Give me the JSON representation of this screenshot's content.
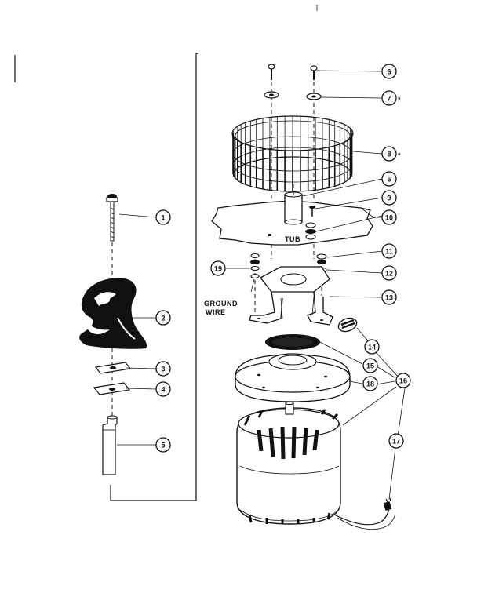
{
  "callouts": {
    "c1": "1",
    "c2": "2",
    "c3": "3",
    "c4": "4",
    "c5": "5",
    "c6a": "6",
    "c7": "7",
    "c8": "8",
    "c6b": "6",
    "c9": "9",
    "c10": "10",
    "c11": "11",
    "c12": "12",
    "c13": "13",
    "c14": "14",
    "c15": "15",
    "c16": "16",
    "c18": "18",
    "c17": "17",
    "c19": "19"
  },
  "asterisks": {
    "a7": "*",
    "a8": "*"
  },
  "labels": {
    "tub": "TUB",
    "ground_line1": "GROUND",
    "ground_line2": "WIRE"
  }
}
